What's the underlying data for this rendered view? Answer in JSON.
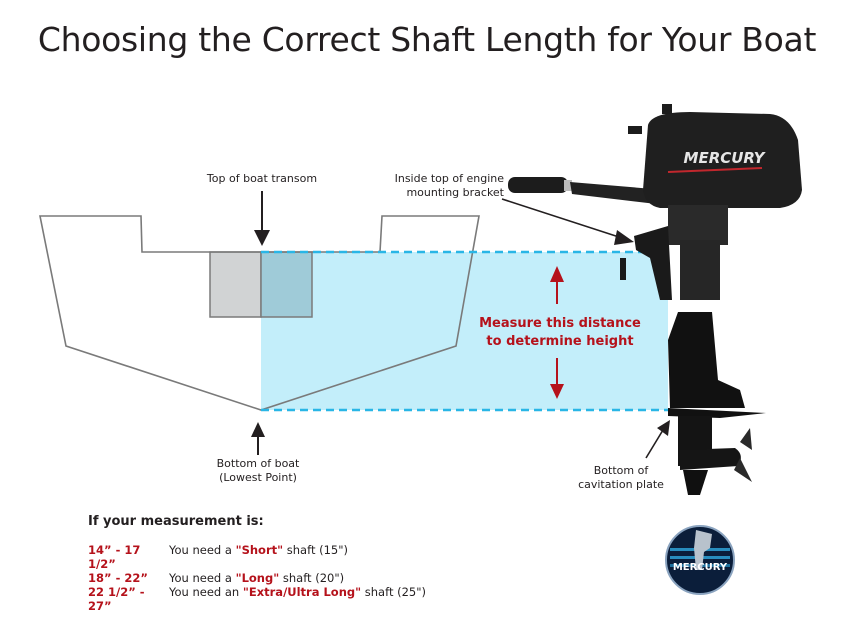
{
  "title": "Choosing the Correct Shaft Length for Your Boat",
  "labels": {
    "transom_top": "Top of boat transom",
    "bracket_line1": "Inside top of engine",
    "bracket_line2": "mounting bracket",
    "boat_bottom_line1": "Bottom of boat",
    "boat_bottom_line2": "(Lowest Point)",
    "cav_line1": "Bottom of",
    "cav_line2": "cavitation plate",
    "measure_line1": "Measure this distance",
    "measure_line2": "to determine height"
  },
  "engine": {
    "brand_text": "MERCURY"
  },
  "logo": {
    "text": "MERCURY"
  },
  "table": {
    "heading": "If your measurement is:",
    "rows": [
      {
        "range": "14” - 17 1/2”",
        "prefix": "You need a ",
        "shaft": "\"Short\"",
        "suffix": " shaft (15\")"
      },
      {
        "range": "18” - 22”",
        "prefix": "You need a ",
        "shaft": "\"Long\"",
        "suffix": " shaft (20\")"
      },
      {
        "range": "22 1/2” - 27”",
        "prefix": "You need an ",
        "shaft": "\"Extra/Ultra Long\"",
        "suffix": " shaft (25\")"
      }
    ]
  },
  "colors": {
    "accent_red": "#b5121b",
    "water_fill": "#c3eefa",
    "dash_cyan": "#29b6e6",
    "boat_outline": "#7a7a7a",
    "transom_gray": "#d1d3d4",
    "text": "#231f20"
  }
}
